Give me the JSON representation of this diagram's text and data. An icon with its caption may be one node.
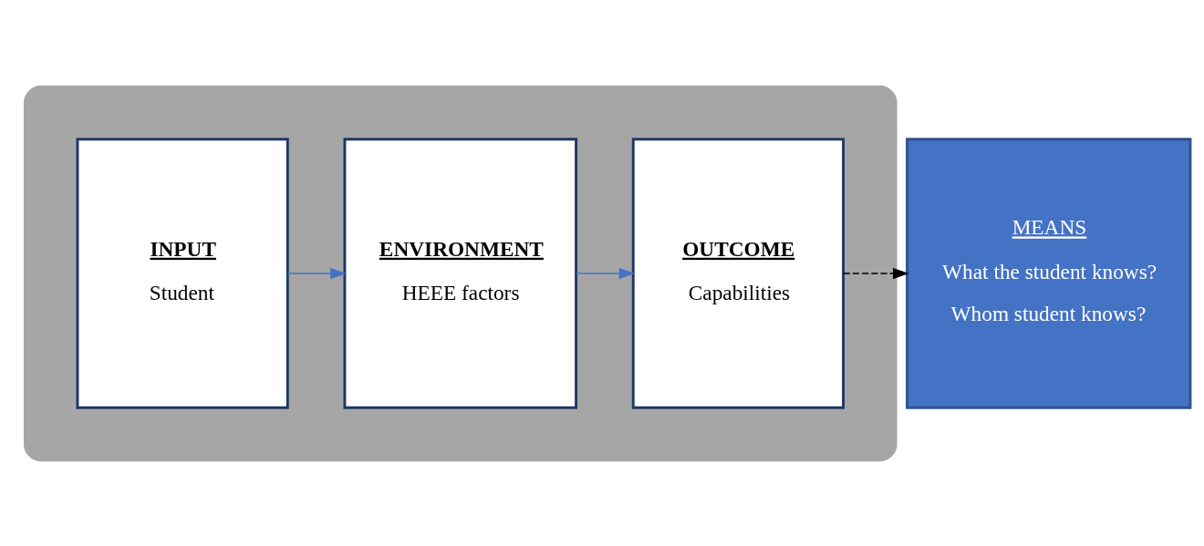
{
  "diagram": {
    "nodes": [
      {
        "text": [],
        "shape": "ellipse"
      },
      {
        "text": [
          "INPUT",
          "Student"
        ],
        "in": 0
      },
      {
        "text": [
          "ENVIRONMENT",
          "HEEE factors"
        ],
        "in": 0
      },
      {
        "text": [
          "OUTCOME",
          "Capabilities"
        ],
        "in": 0
      },
      {
        "text": [
          "MEANS",
          "What the student knows?",
          "Whom student knows?"
        ]
      }
    ],
    "edges": [
      {
        "from": 1,
        "to": 2,
        "arrow": "to"
      },
      {
        "from": 2,
        "to": 3,
        "arrow": "to"
      },
      {
        "from": 3,
        "to": 4,
        "arrow": "to",
        "style": "dashed",
        "color": "#000000"
      }
    ]
  }
}
